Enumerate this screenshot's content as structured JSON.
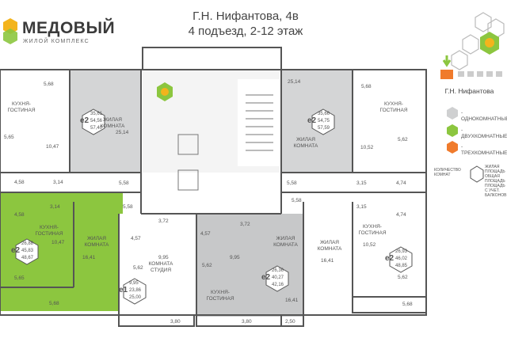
{
  "brand": {
    "name": "МЕДОВЫЙ",
    "subtitle": "ЖИЛОЙ КОМПЛЕКС"
  },
  "title": {
    "line1": "Г.Н. Нифантова, 4в",
    "line2": "4 подъезд, 2-12 этаж"
  },
  "colors": {
    "one_room": "#cfd0d1",
    "two_room": "#8cc63f",
    "three_room": "#f07b2c",
    "wall": "#555555",
    "accent_yellow": "#f3b41c"
  },
  "legend": {
    "title": "Г.Н. Нифантова",
    "items": [
      {
        "label": "- ОДНОКОМНАТНЫЕ"
      },
      {
        "label": "- ДВУХКОМНАТНЫЕ"
      },
      {
        "label": "- ТРЕХКОМНАТНЫЕ"
      }
    ],
    "rooms_count_label": "КОЛИЧЕСТВО КОМНАТ",
    "area_note": "ЖИЛАЯ ПЛОЩАДЬ ОБЩАЯ ПЛОЩАДЬ ПЛОЩАДЬ С УЧЕТ. БАЛКОНОВ"
  },
  "labels": {
    "kitchen_living": "КУХНЯ- ГОСТИНАЯ",
    "living_room": "ЖИЛАЯ КОМНАТА",
    "studio_room": "КОМНАТА СТУДИЯ"
  },
  "apartments": [
    {
      "id": "tl",
      "rooms": "e2",
      "areas": [
        "35,61",
        "54,56",
        "57,40"
      ]
    },
    {
      "id": "tr",
      "rooms": "e2",
      "areas": [
        "35,66",
        "54,75",
        "57,59"
      ]
    },
    {
      "id": "bl",
      "rooms": "e2",
      "areas": [
        "26,88",
        "45,83",
        "48,67"
      ]
    },
    {
      "id": "bc",
      "rooms": "e1",
      "areas": [
        "9,95",
        "23,86",
        "25,00"
      ]
    },
    {
      "id": "bm",
      "rooms": "e2",
      "areas": [
        "26,36",
        "40,27",
        "42,16"
      ]
    },
    {
      "id": "br",
      "rooms": "e2",
      "areas": [
        "26,93",
        "46,02",
        "48,85"
      ]
    }
  ],
  "dims": {
    "a": "5,68",
    "b": "25,14",
    "c": "5,65",
    "d": "10,47",
    "e": "4,58",
    "f": "3,14",
    "g": "5,58",
    "h": "10,52",
    "i": "5,62",
    "j": "3,15",
    "k": "4,74",
    "l": "3,72",
    "m": "4,57",
    "n": "9,95",
    "o": "16,41",
    "p": "3,80",
    "q": "2,50",
    "r": "5,62"
  }
}
